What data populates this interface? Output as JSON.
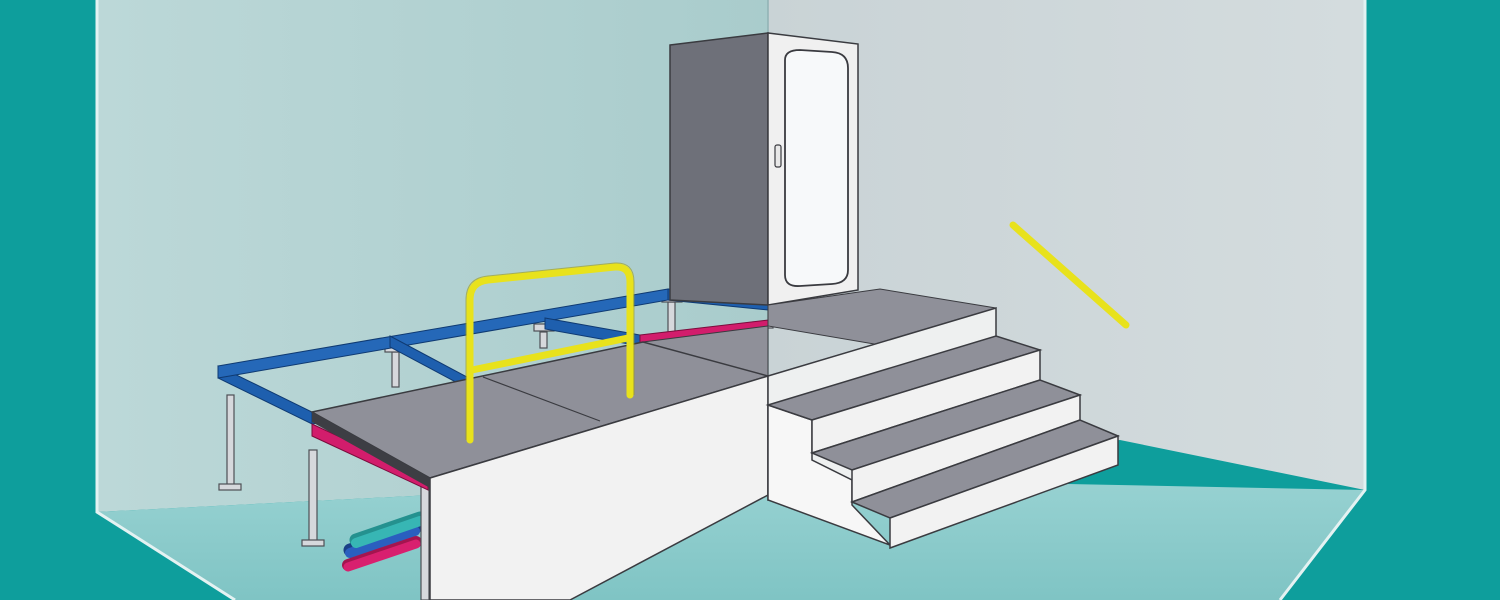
{
  "scene": {
    "description_objects": [
      "room",
      "raised-access-floor",
      "pedestals",
      "floor-panels",
      "stringers",
      "cables",
      "platform",
      "stairs",
      "handrail",
      "wall-handrail",
      "cabinet"
    ],
    "colors": {
      "background": "#0e9e9c",
      "back_wall": "#b8d4d4",
      "right_wall": "#c9d6d8",
      "floor": "#8ccaca",
      "panel_top": "#8f9099",
      "panel_side": "#f2f2f2",
      "stringer_blue": "#1e5fae",
      "stringer_magenta": "#d21d6c",
      "handrail_yellow": "#e8e21c",
      "cabinet_dark": "#6e7079",
      "cabinet_light": "#f0f0f0",
      "cable_blue": "#2a5fbf",
      "cable_teal": "#37b6b4",
      "cable_magenta": "#d8206f"
    }
  }
}
